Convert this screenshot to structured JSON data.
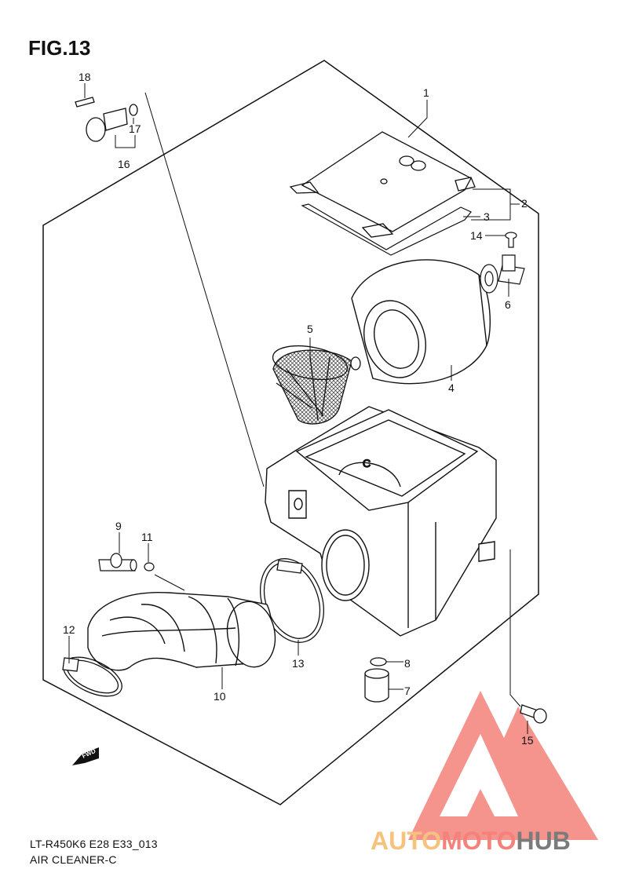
{
  "figure": {
    "title": "FIG.13",
    "model_code": "LT-R450K6 E28 E33_013",
    "section_name": "AIR CLEANER-C"
  },
  "parts": [
    {
      "number": "1"
    },
    {
      "number": "2"
    },
    {
      "number": "3"
    },
    {
      "number": "4"
    },
    {
      "number": "5"
    },
    {
      "number": "6"
    },
    {
      "number": "7"
    },
    {
      "number": "8"
    },
    {
      "number": "9"
    },
    {
      "number": "10"
    },
    {
      "number": "11"
    },
    {
      "number": "12"
    },
    {
      "number": "13"
    },
    {
      "number": "14"
    },
    {
      "number": "15"
    },
    {
      "number": "16"
    },
    {
      "number": "17"
    },
    {
      "number": "18"
    }
  ],
  "housing_mark": "C",
  "direction_arrow": {
    "label": "FWD"
  },
  "watermark": {
    "parts": [
      "AUTOMOTO",
      "HUB"
    ],
    "colors": {
      "accent": "#f4817a",
      "auto": "#f7c27e",
      "moto": "#f4817a",
      "hub": "#7b7b7b"
    }
  },
  "colors": {
    "line": "#111111",
    "background": "#ffffff"
  }
}
